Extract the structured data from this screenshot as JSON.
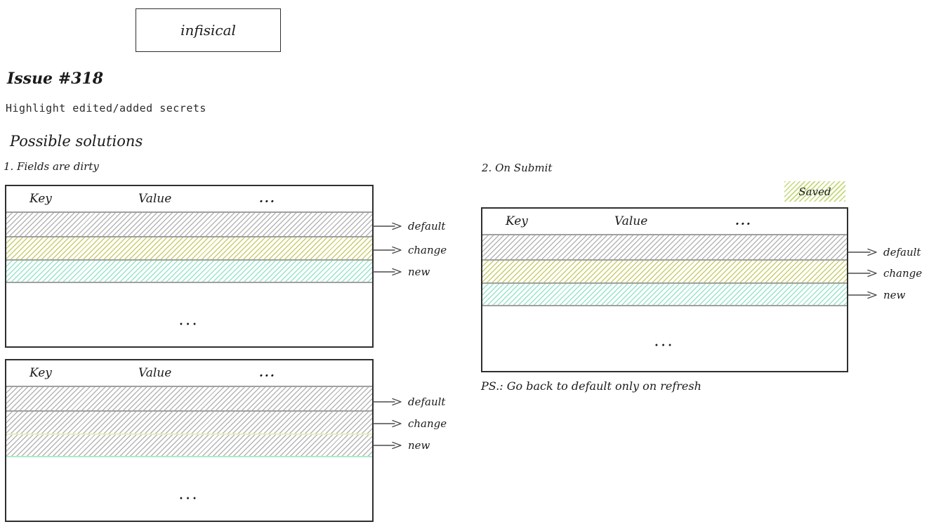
{
  "logo": {
    "label": "infisical"
  },
  "issue": {
    "title": "Issue #318",
    "subtitle": "Highlight edited/added secrets"
  },
  "headings": {
    "possible_solutions": "Possible solutions"
  },
  "solution1": {
    "label": "1. Fields are dirty"
  },
  "solution2": {
    "label": "2. On Submit",
    "badge": "Saved",
    "ps_note": "PS.: Go back to default only on refresh"
  },
  "table": {
    "headers": [
      "Key",
      "Value",
      "..."
    ],
    "ellipsis": "...",
    "row_types": [
      "default",
      "change",
      "new"
    ]
  },
  "annotations": {
    "default": "default",
    "change": "change",
    "new": "new"
  },
  "colors": {
    "hatch_gray": "#b5b5b5",
    "hatch_yellow": "#c9cd6b",
    "hatch_teal": "#97e4c9",
    "hatch_badge": "#c2d975",
    "underline_yellow": "#e9edbb",
    "underline_green": "#a9ecc6",
    "border_dark": "#2f2f2f",
    "divider_gray": "#a0a0a0"
  }
}
